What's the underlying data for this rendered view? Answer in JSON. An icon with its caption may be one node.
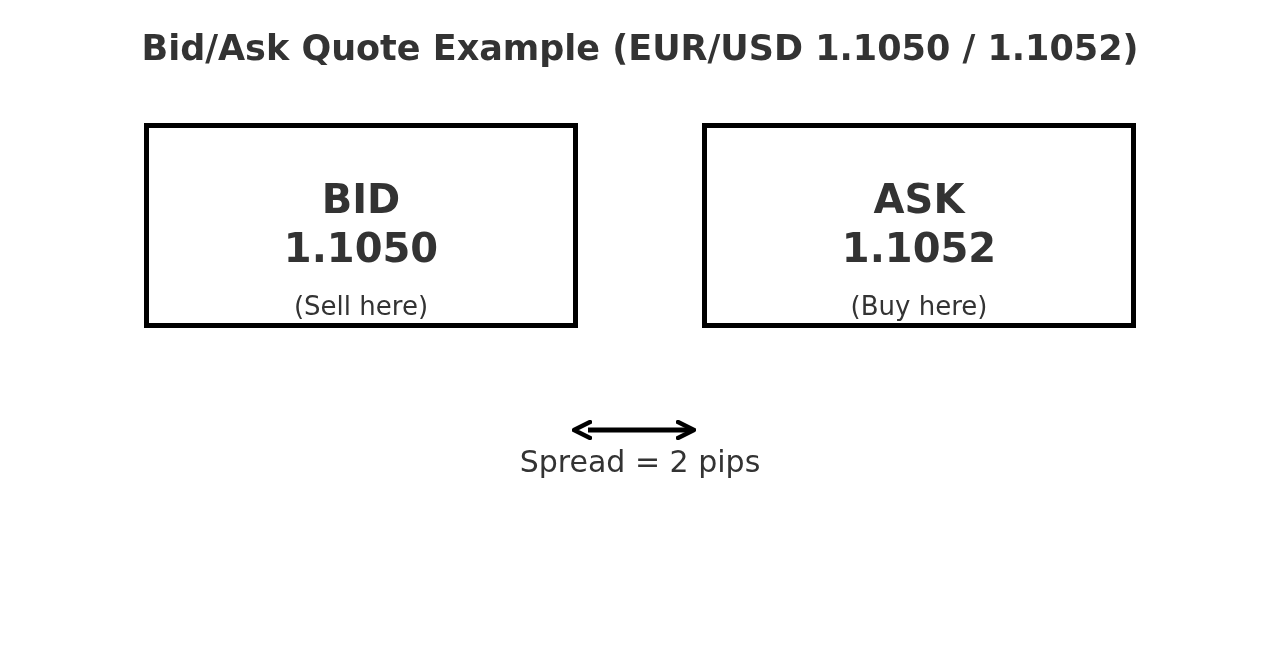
{
  "diagram": {
    "title": "Bid/Ask Quote Example (EUR/USD 1.1050 / 1.1052)",
    "nodes": [
      {
        "text": [
          "BID",
          "1.1050",
          "(Sell here)"
        ]
      },
      {
        "text": [
          "ASK",
          "1.1052",
          "(Buy here)"
        ]
      }
    ],
    "labels": [
      "Spread = 2 pips"
    ]
  }
}
